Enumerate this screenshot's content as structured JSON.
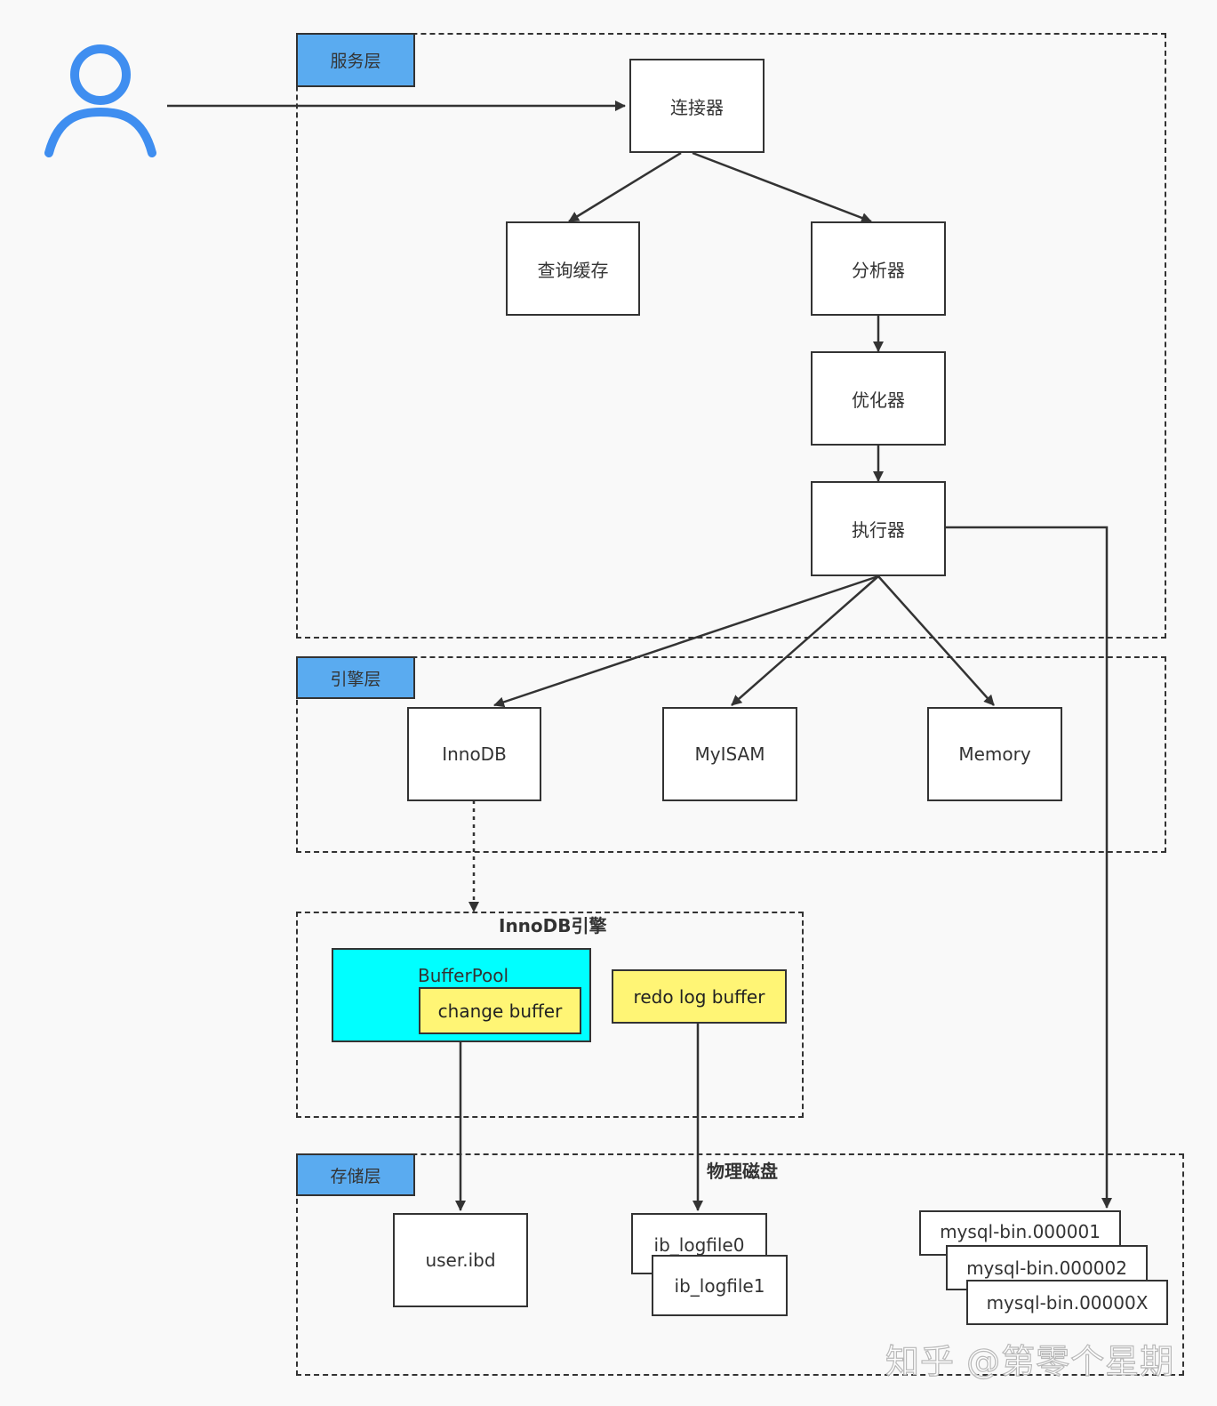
{
  "layers": {
    "service": "服务层",
    "engine": "引擎层",
    "storage": "存储层"
  },
  "service_nodes": {
    "connector": "连接器",
    "query_cache": "查询缓存",
    "analyzer": "分析器",
    "optimizer": "优化器",
    "executor": "执行器"
  },
  "engines": {
    "innodb": "InnoDB",
    "myisam": "MyISAM",
    "memory": "Memory"
  },
  "innodb_engine": {
    "title": "InnoDB引擎",
    "buffer_pool": "BufferPool",
    "change_buffer": "change buffer",
    "redo_log_buffer": "redo log buffer"
  },
  "disk": {
    "title": "物理磁盘",
    "user_ibd": "user.ibd",
    "ib_logfile0": "ib_logfile0",
    "ib_logfile1": "ib_logfile1",
    "binlog1": "mysql-bin.000001",
    "binlog2": "mysql-bin.000002",
    "binlog3": "mysql-bin.00000X"
  },
  "user_icon": "user-icon",
  "watermark": "知乎 @第零个星期",
  "colors": {
    "layer_tag": "#5aabf0",
    "buffer_pool": "#00ffff",
    "log_buffer": "#fff575",
    "user_icon": "#3f8ef0"
  }
}
